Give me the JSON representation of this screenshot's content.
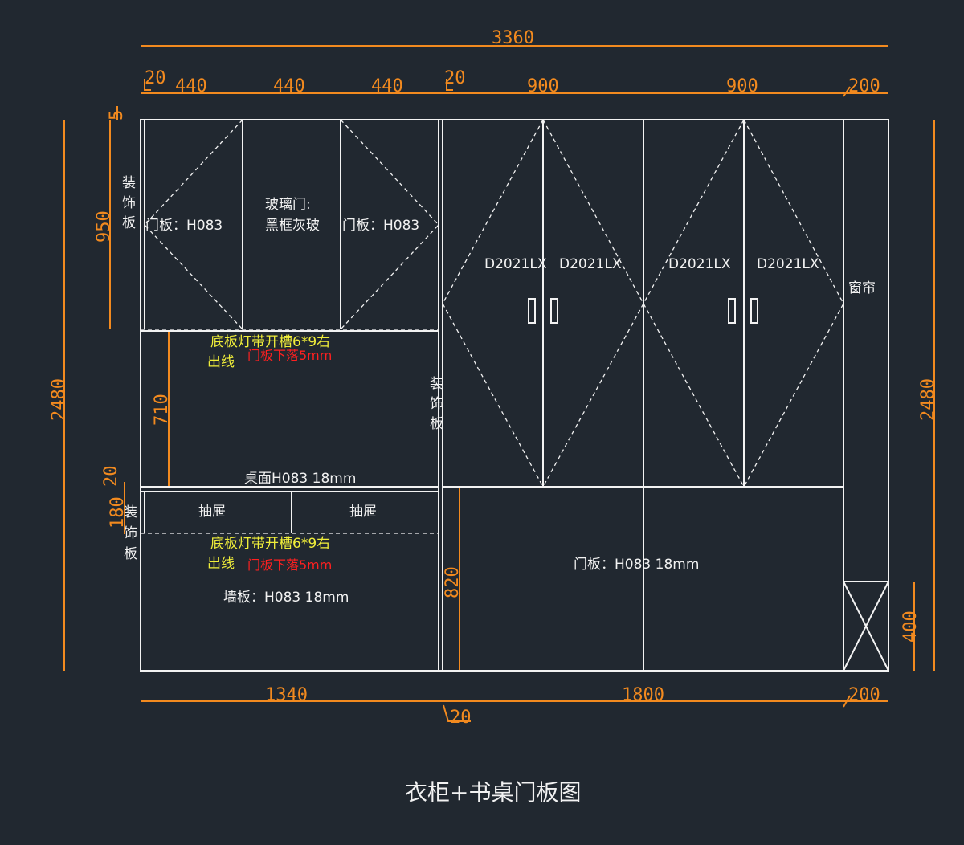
{
  "dimensions": {
    "total_width": "3360",
    "top_a": "20",
    "top_b": "440",
    "top_c": "440",
    "top_d": "440",
    "top_e": "20",
    "top_f": "900",
    "top_g": "900",
    "top_h": "200",
    "bottom_a": "1340",
    "bottom_b": "20",
    "bottom_c": "1800",
    "bottom_d": "200",
    "left_height": "2480",
    "right_height": "2480",
    "upper_cab": "950",
    "small_5": "5",
    "desk_gap": "710",
    "desk_top": "20",
    "drawer_h": "180",
    "lower_door": "820",
    "curtain_box": "400"
  },
  "labels": {
    "deco_panel_1": [
      "装",
      "饰",
      "板"
    ],
    "deco_panel_2": [
      "装",
      "饰",
      "板"
    ],
    "deco_panel_3": [
      "装",
      "饰",
      "板"
    ],
    "door_left": "门板：H083",
    "glass_line1": "玻璃门:",
    "glass_line2": "黑框灰玻",
    "door_mid": "门板：H083",
    "led_1_line1": "底板灯带开槽6*9右",
    "led_1_line2": "出线",
    "drop_1": "门板下落5mm",
    "desk_top": "桌面H083 18mm",
    "drawer_1": "抽屉",
    "drawer_2": "抽屉",
    "led_2_line1": "底板灯带开槽6*9右",
    "led_2_line2": "出线",
    "drop_2": "门板下落5mm",
    "wall_panel": "墙板：H083 18mm",
    "wardrobe_1": "D2021LX",
    "wardrobe_2": "D2021LX",
    "wardrobe_3": "D2021LX",
    "wardrobe_4": "D2021LX",
    "curtain": "窗帘",
    "lower_door": "门板：H083 18mm"
  },
  "title": "衣柜+书桌门板图",
  "colors": {
    "background": "#212830",
    "dimension": "#f28a1f",
    "line": "#f2f2f2",
    "note_yellow": "#f0ee3a",
    "note_red": "#ff2020"
  }
}
